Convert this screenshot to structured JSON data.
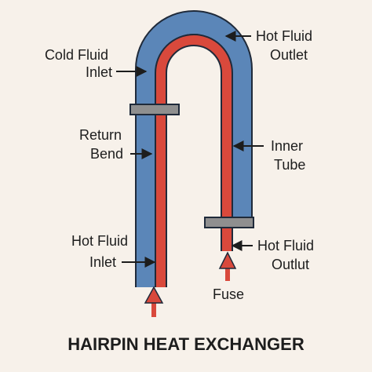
{
  "diagram": {
    "title": "HAIRPIN HEAT EXCHANGER",
    "colors": {
      "background": "#f7f1ea",
      "outer_shell": "#5b86b8",
      "inner_tube": "#d9493c",
      "outline": "#1f2a3a",
      "support": "#8f8f8f"
    },
    "labels": {
      "cold_fluid_inlet": [
        "Cold Fluid",
        "Inlet"
      ],
      "hot_fluid_outlet_top": [
        "Hot Fluid",
        "Outlet"
      ],
      "return_bend": [
        "Return",
        "Bend"
      ],
      "inner_tube": [
        "Inner",
        "Tube"
      ],
      "hot_fluid_inlet": [
        "Hot Fluid",
        "Inlet"
      ],
      "hot_fluid_outlut": [
        "Hot Fluid",
        "Outlut"
      ],
      "fuse": "Fuse"
    }
  }
}
